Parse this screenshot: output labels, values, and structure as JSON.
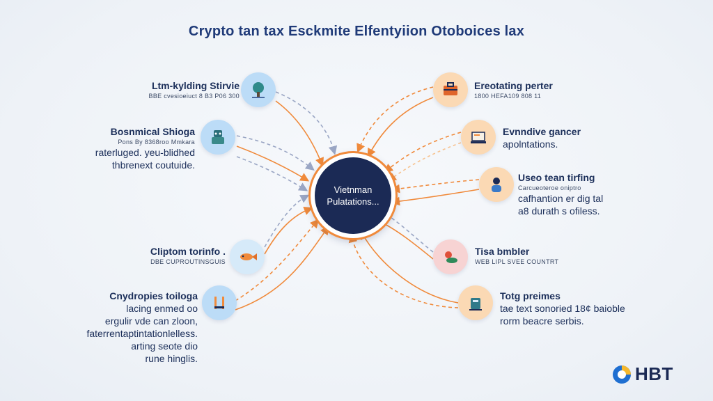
{
  "title": "Crypto tan tax Esckmite Elfentyiion Otoboices lax",
  "hub": {
    "line1": "Vietnman",
    "line2": "Pulatations..."
  },
  "left_nodes": [
    {
      "head": "Ltm-kylding Stirvie",
      "sub": "BBE cvesioeiuct 8 B3 P06 300",
      "body": [],
      "icon": "tree-icon"
    },
    {
      "head": "Bosnmical Shioga",
      "sub": "",
      "body": [
        "Pons By 8368roo Mmkara",
        "raterluged. yeu-blidhed",
        "thbrenext coutuide."
      ],
      "icon": "robot-icon"
    },
    {
      "head": "Cliptom torinfo .",
      "sub": "DBE CUPROUTINSGUIS",
      "body": [],
      "icon": "fish-icon"
    },
    {
      "head": "Cnydropies toiloga",
      "sub": "",
      "body": [
        "lacing enmed oo",
        "ergulir vde can zloon,",
        "faterrentaptintationlelless.",
        "arting seote dio",
        "rune hinglis."
      ],
      "icon": "tools-icon"
    }
  ],
  "right_nodes": [
    {
      "head": "Ereotating perter",
      "sub": "1800 HEFA109 808 11",
      "body": [],
      "icon": "briefcase-icon"
    },
    {
      "head": "Evnndive gancer",
      "sub": "",
      "body": [
        "apolntations."
      ],
      "icon": "laptop-icon"
    },
    {
      "head": "Useo tean tirfing",
      "sub": "Carcueoteroe oniptro",
      "body": [
        "cafhantion er dig tal",
        "a8 durath s ofiless."
      ],
      "icon": "person-icon"
    },
    {
      "head": "Tisa bmbler",
      "sub": "WEB LIPL SVEE COUNTRT",
      "body": [],
      "icon": "food-icon"
    },
    {
      "head": "Totg preimes",
      "sub": "",
      "body": [
        "tae text sonoried 18¢ baioble",
        "rorm beacre serbis."
      ],
      "icon": "register-icon"
    }
  ],
  "logo": {
    "text": "HBT"
  },
  "colors": {
    "accent": "#f08a3b",
    "navy": "#1b2a55",
    "connector_gray": "#9aa6c4"
  }
}
